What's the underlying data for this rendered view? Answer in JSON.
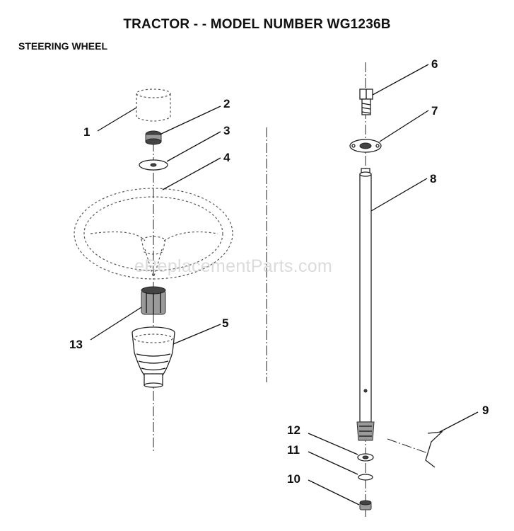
{
  "header": {
    "title": "TRACTOR - - MODEL NUMBER WG1236B",
    "section": "STEERING WHEEL"
  },
  "watermark": "eReplacementParts.com",
  "callouts": [
    "1",
    "2",
    "3",
    "4",
    "5",
    "6",
    "7",
    "8",
    "9",
    "10",
    "11",
    "12",
    "13"
  ]
}
